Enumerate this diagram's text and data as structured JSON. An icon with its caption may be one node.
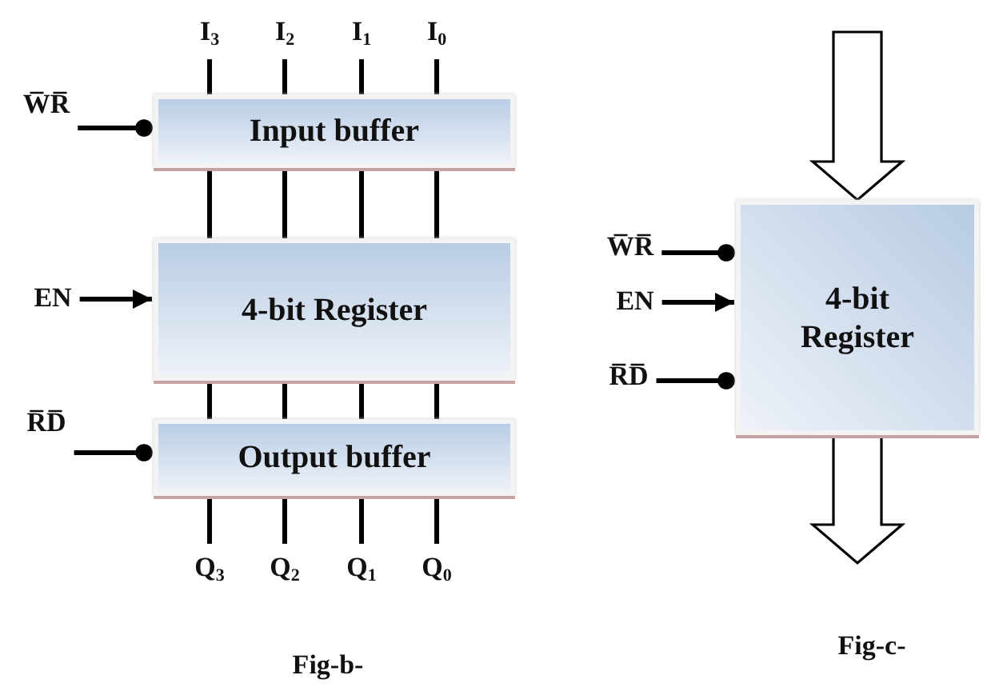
{
  "diagram": {
    "nodes": [
      {
        "text": [
          "I$_{3}$"
        ]
      },
      {
        "text": [
          "I$_{2}$"
        ]
      },
      {
        "text": [
          "I$_{1}$"
        ]
      },
      {
        "text": [
          "I$_{0}$"
        ]
      },
      {
        "text": [
          "W̅R̅"
        ]
      },
      {
        "text": [
          "Input buffer"
        ]
      },
      {
        "text": [
          "EN"
        ]
      },
      {
        "text": [
          "4-bit Register"
        ]
      },
      {
        "text": [
          "R̅D̅"
        ]
      },
      {
        "text": [
          "Output buffer"
        ]
      },
      {
        "text": [
          "Q$_{3}$"
        ]
      },
      {
        "text": [
          "Q$_{2}$"
        ]
      },
      {
        "text": [
          "Q$_{1}$"
        ]
      },
      {
        "text": [
          "Q$_{0}$"
        ]
      },
      {
        "text": [
          "W̅R̅"
        ]
      },
      {
        "text": [
          "EN"
        ]
      },
      {
        "text": [
          "R̅D̅"
        ]
      },
      {
        "text": [
          "4-bit Register"
        ]
      }
    ],
    "edges": [
      {
        "from": 0,
        "to": 5,
        "arrow": "none"
      },
      {
        "from": 1,
        "to": 5,
        "arrow": "none"
      },
      {
        "from": 2,
        "to": 5,
        "arrow": "none"
      },
      {
        "from": 3,
        "to": 5,
        "arrow": "none"
      },
      {
        "from": 4,
        "to": 5,
        "arrow": "other"
      },
      {
        "from": 5,
        "to": 7,
        "arrow": "none"
      },
      {
        "from": 5,
        "to": 7,
        "arrow": "none"
      },
      {
        "from": 5,
        "to": 7,
        "arrow": "none"
      },
      {
        "from": 5,
        "to": 7,
        "arrow": "none"
      },
      {
        "from": 6,
        "to": 7,
        "arrow": "to"
      },
      {
        "from": 7,
        "to": 9,
        "arrow": "none"
      },
      {
        "from": 7,
        "to": 9,
        "arrow": "none"
      },
      {
        "from": 7,
        "to": 9,
        "arrow": "none"
      },
      {
        "from": 7,
        "to": 9,
        "arrow": "none"
      },
      {
        "from": 8,
        "to": 9,
        "arrow": "other"
      },
      {
        "from": 9,
        "to": 10,
        "arrow": "none"
      },
      {
        "from": 9,
        "to": 11,
        "arrow": "none"
      },
      {
        "from": 9,
        "to": 12,
        "arrow": "none"
      },
      {
        "from": 9,
        "to": 13,
        "arrow": "none"
      },
      {
        "from": 14,
        "to": 17,
        "arrow": "other"
      },
      {
        "from": 15,
        "to": 17,
        "arrow": "to"
      },
      {
        "from": 16,
        "to": 17,
        "arrow": "other"
      },
      {
        "from": null,
        "to": 17,
        "arrow": "to",
        "style": "thick"
      },
      {
        "from": 17,
        "to": null,
        "arrow": "to",
        "style": "thick"
      }
    ],
    "labels": [
      "Fig-b-",
      "Fig-c-"
    ]
  }
}
